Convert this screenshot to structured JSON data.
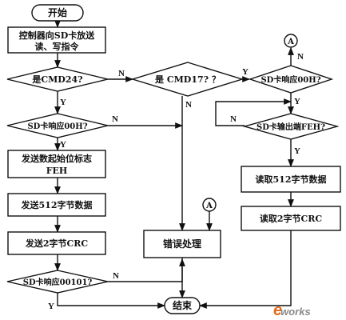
{
  "nodes": {
    "start": "开始",
    "send_cmd_line1": "控制器向SD卡放送",
    "send_cmd_line2": "读、写指令",
    "is_cmd24": "是CMD24?",
    "is_cmd17": "是 CMD17? ？",
    "sd_resp_00h_right": "SD卡响应00H?",
    "sd_resp_00h_left": "SD卡响应00H?",
    "sd_output_feh": "SD卡输出端FEH?",
    "send_start_flag_line1": "发送数起始位标志",
    "send_start_flag_line2": "FEH",
    "send_512_bytes": "发送512字节数据",
    "send_2byte_crc": "发送2字节CRC",
    "sd_resp_00101": "SD卡响应00101?",
    "error_handling": "错误处理",
    "read_512_bytes": "读取512字节数据",
    "read_2byte_crc": "读取2字节CRC",
    "end": "结束"
  },
  "connectors": {
    "connector_a_top": "A",
    "connector_a_mid": "A"
  },
  "branch_labels": {
    "cmd24_no": "N",
    "cmd24_yes": "Y",
    "cmd17_yes": "Y",
    "cmd17_no": "N",
    "resp00h_right_no": "N",
    "resp00h_right_yes": "Y",
    "resp00h_left_no": "N",
    "resp00h_left_yes": "Y",
    "feh_no": "N",
    "feh_yes": "Y",
    "resp00101_no": "N",
    "resp00101_yes": "Y"
  },
  "watermark": {
    "brand_e": "e",
    "brand_rest": "works",
    "brand_e_color": "#e36c1a",
    "brand_rest_color": "#8a8a8a"
  }
}
